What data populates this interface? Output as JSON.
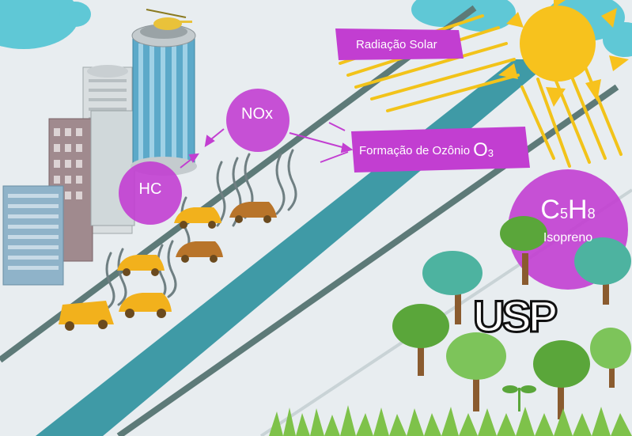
{
  "labels": {
    "solar_radiation": "Radiação Solar",
    "nox": "NOx",
    "hc": "HC",
    "ozone_prefix": "Formação de Ozônio",
    "ozone_o": "O",
    "ozone_sub": "3",
    "c5h8_c": "C",
    "c5h8_5": "5",
    "c5h8_h": "H",
    "c5h8_8": "8",
    "isoprene": "Isopreno",
    "logo_text": "USP"
  },
  "colors": {
    "background": "#e8edf0",
    "road": "#3f9aa6",
    "road_edge": "#5d7a78",
    "magenta": "#c23ed1",
    "magenta_translucent": "#c23ed1",
    "sun": "#f7c21d",
    "sun_rays": "#f2c31a",
    "cloud": "#5fc8d6",
    "tree_green": "#5aa63a",
    "tree_light": "#7dc45a",
    "tree_teal": "#4db3a0",
    "trunk": "#8a5b2f",
    "car_yellow": "#f2b11c",
    "car_brown": "#b8742a",
    "grass": "#7ec24a"
  },
  "icons": {
    "sun": "sun-icon",
    "helicopter": "helicopter-icon",
    "logo": "usp-logo"
  }
}
